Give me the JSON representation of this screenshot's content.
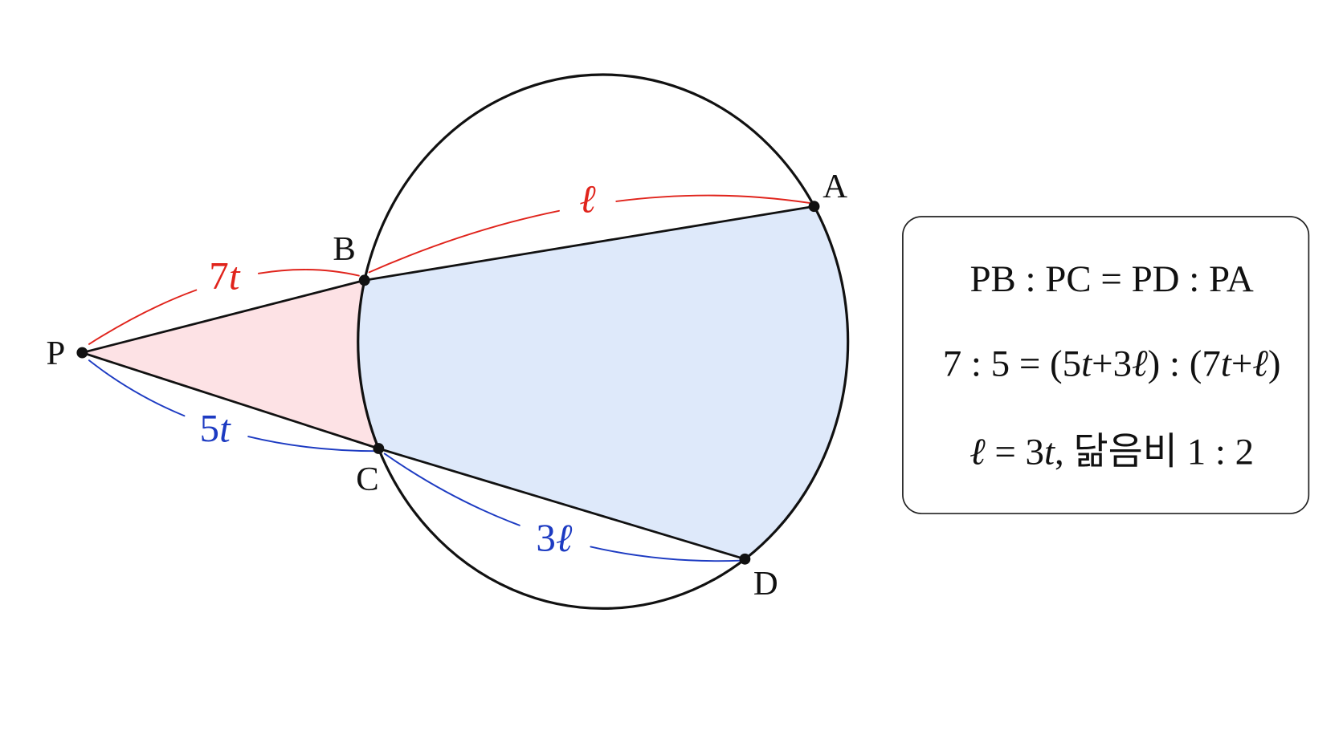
{
  "diagram": {
    "points": {
      "P": "P",
      "B": "B",
      "A": "A",
      "C": "C",
      "D": "D"
    },
    "segment_labels": {
      "PB": "7t",
      "BA": "ℓ",
      "PC": "5t",
      "CD": "3ℓ"
    }
  },
  "equation_box": {
    "lines": [
      "PB : PC = PD : PA",
      "7 : 5 = (5t+3ℓ) : (7t+ℓ)",
      "ℓ = 3t, 닮음비 1 : 2"
    ]
  },
  "colors": {
    "red": "#e0241c",
    "blue": "#1d3bc2",
    "triangle_fill": "#fde2e5",
    "region_fill": "#dee9fa",
    "line": "#111111"
  }
}
